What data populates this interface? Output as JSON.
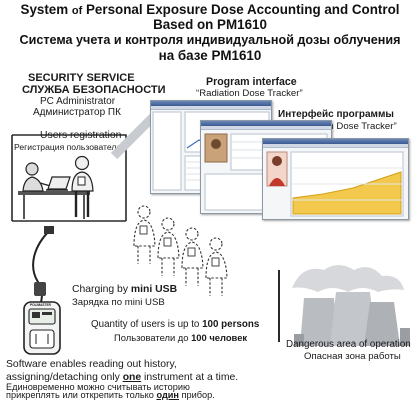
{
  "title": {
    "line1_a": "System ",
    "line1_of": "of",
    "line1_b": " Personal Exposure Dose Accounting and Control",
    "line2": "Based on PM1610",
    "ru_line1": "Система учета и контроля индивидуальной дозы облучения",
    "ru_line2": "на базе PM1610"
  },
  "security": {
    "heading_en": "SECURITY SERVICE",
    "heading_ru": "СЛУЖБА БЕЗОПАСНОСТИ",
    "admin_en": "PC Administrator",
    "admin_ru": "Администратор ПК"
  },
  "registration": {
    "en": "Users registration",
    "ru": "Регистрация пользователей"
  },
  "program": {
    "en_label": "Program interface",
    "en_name": "“Radiation Dose Tracker”",
    "ru_label": "Интерфейс программы",
    "ru_name": "“Radiation Dose Tracker”"
  },
  "charging": {
    "en_prefix": "Charging by ",
    "en_bold": "mini USB",
    "ru": "Зарядка по mini USB"
  },
  "users_qty": {
    "en_prefix": "Quantity of users is up to ",
    "en_bold": "100 persons",
    "ru_prefix": "Пользователи до ",
    "ru_bold": "100 человек"
  },
  "danger": {
    "en": "Dangerous area of operation",
    "ru": "Опасная зона работы"
  },
  "software": {
    "en_line1": "Software enables reading out history,",
    "en_line2_a": "assigning/detaching only ",
    "en_line2_b": "one",
    "en_line2_c": " instrument at a time.",
    "ru_line1": "Единовременно можно считывать историю",
    "ru_line2_a": "прикреплять или открепить только ",
    "ru_line2_b": "один",
    "ru_line2_c": " прибор."
  },
  "device": {
    "brand": "POLIMASTER"
  },
  "colors": {
    "text": "#1a1a1a",
    "line": "#2a2a2a",
    "window_bar": "#3b5a92",
    "chart_fill": "#f2c94c",
    "towers": "#b9bcc0",
    "smoke": "#d6d8db"
  }
}
